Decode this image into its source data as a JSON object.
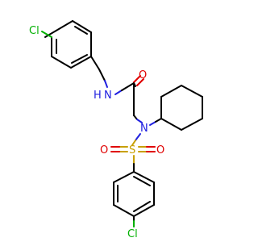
{
  "atoms": {
    "cl_top": "Cl",
    "nh": "N",
    "h": "H",
    "o_carbonyl": "O",
    "n_sulfonamide": "N",
    "s": "S",
    "o_left": "O",
    "o_right": "O",
    "cl_bottom": "Cl"
  },
  "colors": {
    "chlorine": "#00b000",
    "nitrogen": "#2020e0",
    "oxygen": "#e00000",
    "sulfur": "#c8a000",
    "bond": "#000000"
  }
}
